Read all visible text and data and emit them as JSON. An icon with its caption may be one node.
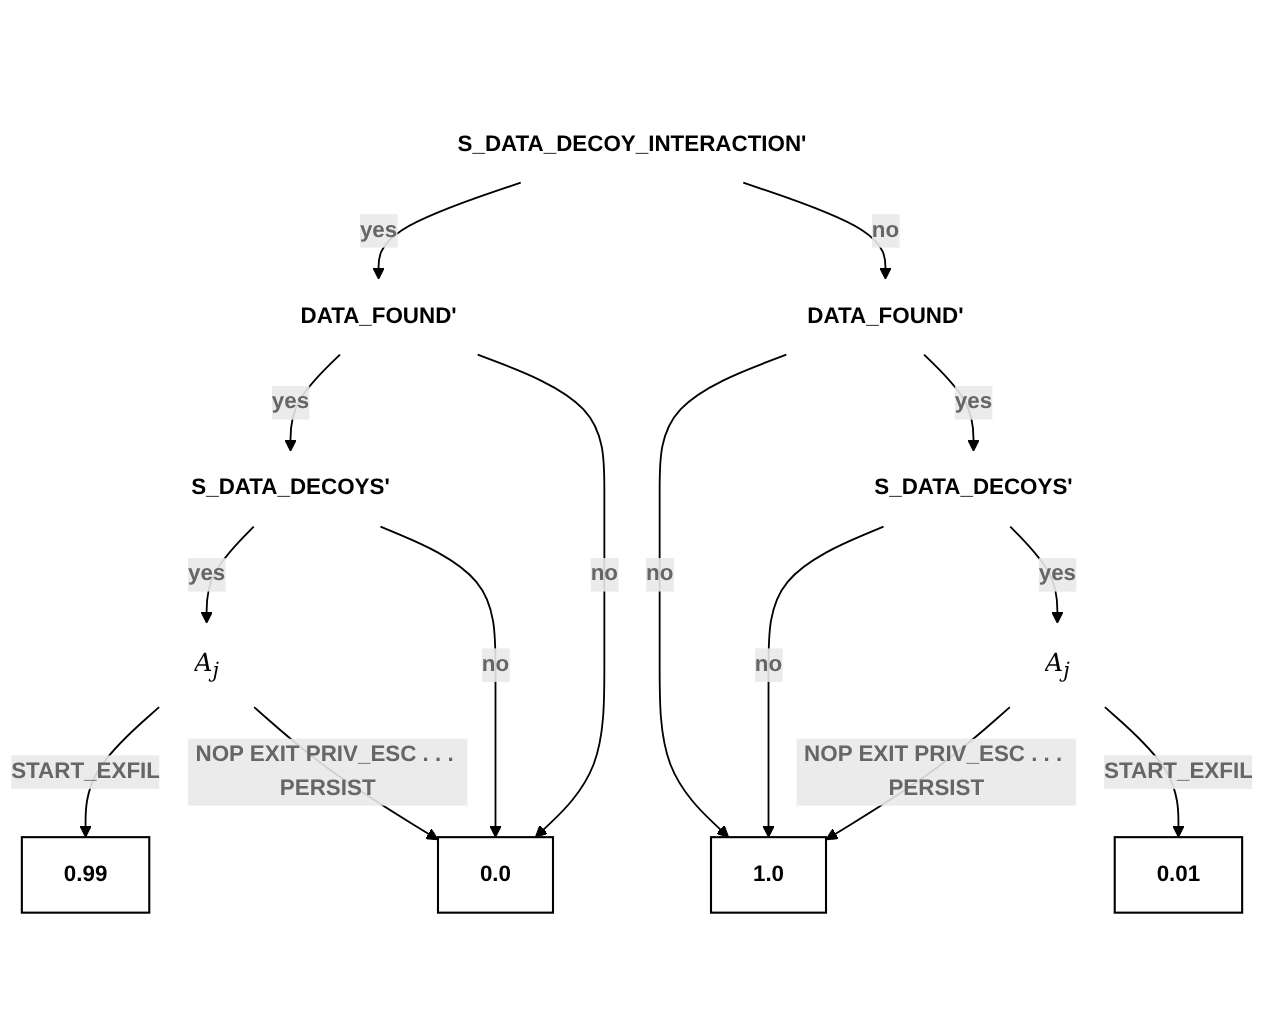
{
  "diagram": {
    "nodes": [
      {
        "text": [
          "S_DATA_DECOY_INTERACTION'"
        ]
      },
      {
        "text": [
          "DATA_FOUND'"
        ]
      },
      {
        "text": [
          "DATA_FOUND'"
        ]
      },
      {
        "text": [
          "S_DATA_DECOYS'"
        ]
      },
      {
        "text": [
          "S_DATA_DECOYS'"
        ]
      },
      {
        "text": [
          "A$_{j}$"
        ]
      },
      {
        "text": [
          "A$_{j}$"
        ]
      },
      {
        "text": [
          "0.99"
        ]
      },
      {
        "text": [
          "0.0"
        ]
      },
      {
        "text": [
          "1.0"
        ]
      },
      {
        "text": [
          "0.01"
        ]
      }
    ],
    "edges": [
      {
        "from": 0,
        "to": 1,
        "arrow": "to",
        "label": "yes"
      },
      {
        "from": 0,
        "to": 2,
        "arrow": "to",
        "label": "no"
      },
      {
        "from": 1,
        "to": 3,
        "arrow": "to",
        "label": "yes"
      },
      {
        "from": 1,
        "to": 8,
        "arrow": "to",
        "label": "no"
      },
      {
        "from": 3,
        "to": 5,
        "arrow": "to",
        "label": "yes"
      },
      {
        "from": 3,
        "to": 8,
        "arrow": "to",
        "label": "no"
      },
      {
        "from": 5,
        "to": 7,
        "arrow": "to",
        "label": "START_EXFIL"
      },
      {
        "from": 5,
        "to": 8,
        "arrow": "to",
        "label": "NOP EXIT PRIV_ESC . . . PERSIST"
      },
      {
        "from": 2,
        "to": 9,
        "arrow": "to",
        "label": "no"
      },
      {
        "from": 2,
        "to": 4,
        "arrow": "to",
        "label": "yes"
      },
      {
        "from": 4,
        "to": 9,
        "arrow": "to",
        "label": "no"
      },
      {
        "from": 4,
        "to": 6,
        "arrow": "to",
        "label": "yes"
      },
      {
        "from": 6,
        "to": 9,
        "arrow": "to",
        "label": "NOP EXIT PRIV_ESC . . . PERSIST"
      },
      {
        "from": 6,
        "to": 10,
        "arrow": "to",
        "label": "START_EXFIL"
      }
    ]
  }
}
